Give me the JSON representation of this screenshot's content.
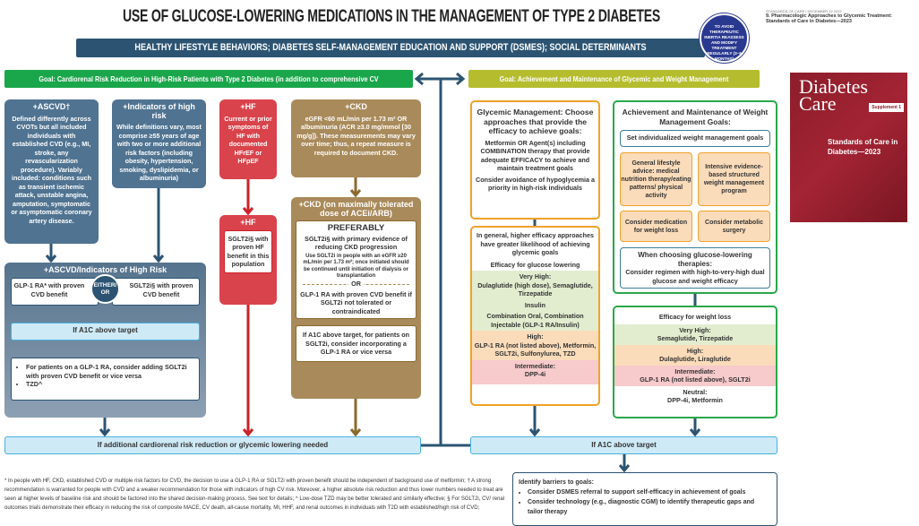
{
  "title": "USE OF GLUCOSE-LOWERING MEDICATIONS IN THE MANAGEMENT OF TYPE 2 DIABETES",
  "banner": "HEALTHY LIFESTYLE BEHAVIORS; DIABETES SELF-MANAGEMENT EDUCATION AND SUPPORT (DSMES); SOCIAL DETERMINANTS OF HEALTH (SDOH)",
  "circle": "TO AVOID THERAPEUTIC INERTIA REASSESS AND MODIFY TREATMENT REGULARLY (3–6 MONTHS)",
  "citation": {
    "header": "STANDARDS OF CARE | DECEMBER 12 2022",
    "title": "9. Pharmacologic Approaches to Glycemic Treatment: Standards of Care in Diabetes—2023"
  },
  "cover": {
    "journal": "Diabetes Care",
    "supplement": "Supplement 1",
    "subtitle": "Standards of Care in Diabetes—2023"
  },
  "colors": {
    "navy": "#2c5472",
    "green": "#1aa64a",
    "olive": "#b5bd2e",
    "red": "#d9434b",
    "tan": "#a98a5a",
    "slate": "#4f7391",
    "orange": "#f0a22b"
  },
  "left": {
    "goal": "Goal: Cardiorenal Risk Reduction in High-Risk Patients with Type 2 Diabetes (in addition to comprehensive CV risk management)*",
    "ascvd": {
      "title": "+ASCVD†",
      "text": "Defined differently across CVOTs but all included individuals with established CVD (e.g., MI, stroke, any revascularization procedure). Variably included: conditions such as transient ischemic attack, unstable angina, amputation, symptomatic or asymptomatic coronary artery disease."
    },
    "risk": {
      "title": "+Indicators of high risk",
      "text": "While definitions vary, most comprise ≥55 years of age with two or more additional risk factors (including obesity, hypertension, smoking, dyslipidemia, or albuminuria)"
    },
    "hf1": {
      "title": "+HF",
      "text": "Current or prior symptoms of HF with documented HFrEF or HFpEF"
    },
    "hf2": {
      "title": "+HF",
      "text": "SGLT2i§ with proven HF benefit in this population"
    },
    "ckd1": {
      "title": "+CKD",
      "text": "eGFR <60 mL/min per 1.73 m² OR albuminuria (ACR ≥3.0 mg/mmol [30 mg/g]). These measurements may vary over time; thus, a repeat measure is required to document CKD."
    },
    "ckd2": {
      "title": "+CKD (on maximally tolerated dose of ACEi/ARB)",
      "pref": "PREFERABLY",
      "p1": "SGLT2i§ with primary evidence of reducing CKD progression",
      "p2": "Use SGLT2i in people with an eGFR ≥20 mL/min per 1.73 m²; once initiated should be continued until initiation of dialysis or transplantation",
      "or": "OR",
      "p3": "GLP-1 RA with proven CVD benefit if SGLT2i not tolerated or contraindicated",
      "a1c": "If A1C above target, for patients on SGLT2i, consider incorporating a GLP-1 RA or vice versa"
    },
    "group": {
      "title": "+ASCVD/Indicators of High Risk",
      "glp": "GLP-1 RA* with proven CVD benefit",
      "either": "EITHER/ OR",
      "sglt": "SGLT2i§ with proven CVD benefit",
      "a1c": "If A1C above target",
      "bullets": [
        "For patients on a GLP-1 RA, consider adding SGLT2i with proven CVD benefit or vice versa",
        "TZD^"
      ]
    },
    "bottom": "If additional cardiorenal risk reduction or glycemic lowering needed"
  },
  "right": {
    "goal": "Goal: Achievement and Maintenance of Glycemic and Weight Management Goals",
    "glycemic": {
      "title": "Glycemic Management: Choose approaches that provide the efficacy to achieve goals:",
      "p1": "Metformin OR Agent(s) including COMBINATION therapy that provide adequate EFFICACY to achieve and maintain treatment goals",
      "p2": "Consider avoidance of hypoglycemia a priority in high-risk individuals"
    },
    "efficacy": {
      "intro": "In general, higher efficacy approaches have greater likelihood of achieving glycemic goals",
      "head": "Efficacy for glucose lowering",
      "vh_label": "Very High:",
      "vh1": "Dulaglutide (high dose), Semaglutide, Tirzepatide",
      "vh2": "Insulin",
      "vh3": "Combination Oral, Combination Injectable (GLP-1 RA/Insulin)",
      "h_label": "High:",
      "h": "GLP-1 RA (not listed above), Metformin, SGLT2i, Sulfonylurea, TZD",
      "i_label": "Intermediate:",
      "i": "DPP-4i"
    },
    "weight": {
      "title": "Achievement and Maintenance of Weight Management Goals:",
      "set": "Set individualized weight management goals",
      "o1": "General lifestyle advice: medical nutrition therapy/eating patterns/ physical activity",
      "o2": "Intensive evidence-based structured weight management program",
      "o3": "Consider medication for weight loss",
      "o4": "Consider metabolic surgery",
      "choose_title": "When choosing glucose-lowering therapies:",
      "choose": "Consider regimen with high-to-very-high dual glucose and weight efficacy"
    },
    "wloss": {
      "head": "Efficacy for weight loss",
      "vh_label": "Very High:",
      "vh": "Semaglutide, Tirzepatide",
      "h_label": "High:",
      "h": "Dulaglutide, Liraglutide",
      "i_label": "Intermediate:",
      "i": "GLP-1 RA (not listed above), SGLT2i",
      "n_label": "Neutral:",
      "n": "DPP-4i, Metformin"
    },
    "a1c": "If A1C above target",
    "barriers": {
      "title": "Identify barriers to goals:",
      "items": [
        "Consider DSMES referral to support self-efficacy in achievement of goals",
        "Consider technology (e.g., diagnostic CGM) to identify therapeutic gaps and tailor therapy"
      ]
    }
  },
  "footnote": "* In people with HF, CKD, established CVD or multiple risk factors for CVD, the decision to use a GLP-1 RA or SGLT2i with proven benefit should be independent of background use of metformin; † A strong recommendation is warranted for people with CVD and a weaker recommendation for those with indicators of high CV risk. Moreover, a higher absolute risk reduction and thus lower numbers needed to treat are seen at higher levels of baseline risk and should be factored into the shared decision-making process. See text for details; ^ Low-dose TZD may be better tolerated and similarly effective; § For SGLT2i, CV/ renal outcomes trials demonstrate their efficacy in reducing the risk of composite MACE, CV death, all-cause mortality, MI, HHF, and renal outcomes in individuals with T2D with established/high risk of CVD;"
}
